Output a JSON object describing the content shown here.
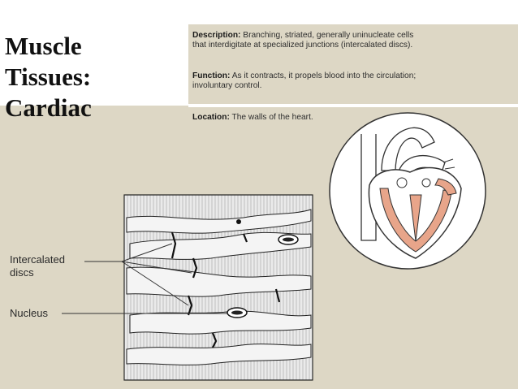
{
  "slide": {
    "title_lines": [
      "Muscle",
      "Tissues:",
      "Cardiac"
    ]
  },
  "info_panel": {
    "description_label": "Description:",
    "description_text": "Branching, striated, generally uninucleate cells",
    "description_text_line2": "that interdigitate at specialized junctions (intercalated discs).",
    "function_label": "Function:",
    "function_text": "As it contracts, it propels blood into the circulation;",
    "function_text_line2": "involuntary control.",
    "location_label": "Location:",
    "location_text": "The walls of the heart."
  },
  "figure": {
    "labels": {
      "intercalated_line1": "Intercalated",
      "intercalated_line2": "discs",
      "nucleus": "Nucleus"
    }
  },
  "colors": {
    "panel_bg": "#ddd7c5",
    "heart_muscle": "#e8a58a",
    "line": "#333333"
  }
}
